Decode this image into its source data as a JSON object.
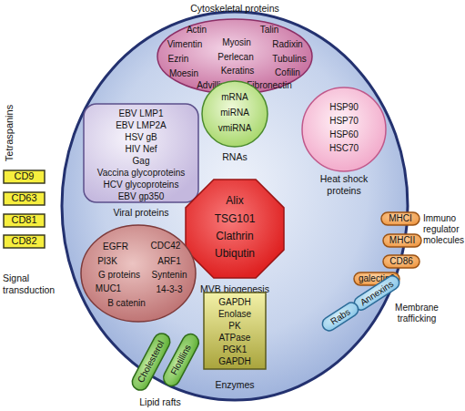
{
  "diagram": {
    "nodes": [
      {
        "text": [
          "Cytoskeletal proteins",
          "Actin",
          "Talin",
          "Vimentin",
          "Myosin",
          "Radixin",
          "Ezrin",
          "Perlecan",
          "Tubulins",
          "Moesin",
          "Keratins",
          "Cofilin",
          "Advillin",
          "Fibronectin"
        ]
      },
      {
        "text": [
          "EBV LMP1",
          "EBV LMP2A",
          "HSV gB",
          "HIV Nef",
          "Gag",
          "Vaccina glycoproteins",
          "HCV glycoproteins",
          "EBV gp350",
          "Viral proteins"
        ]
      },
      {
        "text": [
          "mRNA",
          "miRNA",
          "vmiRNA",
          "RNAs"
        ]
      },
      {
        "text": [
          "HSP90",
          "HSP70",
          "HSP60",
          "HSC70",
          "Heat shock proteins"
        ]
      },
      {
        "text": [
          "CD9"
        ]
      },
      {
        "text": [
          "CD63"
        ]
      },
      {
        "text": [
          "CD81"
        ]
      },
      {
        "text": [
          "CD82"
        ]
      },
      {
        "text": [
          "Alix",
          "TSG101",
          "Clathrin",
          "Ubiqutin",
          "MVB biogenesis"
        ]
      },
      {
        "text": [
          "EGFR",
          "CDC42",
          "PI3K",
          "ARF1",
          "G proteins",
          "Syntenin",
          "MUC1",
          "14-3-3",
          "B catenin",
          "Signal transduction"
        ]
      },
      {
        "text": [
          "MHCI"
        ]
      },
      {
        "text": [
          "MHCII"
        ]
      },
      {
        "text": [
          "CD86"
        ]
      },
      {
        "text": [
          "galectin9"
        ]
      },
      {
        "text": [
          "GAPDH",
          "Enolase",
          "PK",
          "ATPase",
          "PGK1",
          "GAPDH",
          "Enzymes"
        ]
      },
      {
        "text": [
          "Annexins"
        ]
      },
      {
        "text": [
          "Rabs"
        ]
      },
      {
        "text": [
          "Cholesterol"
        ]
      },
      {
        "text": [
          "Flotillins"
        ]
      }
    ],
    "labels": [
      "Tetraspanins",
      "Immuno regulator molecules",
      "Membrane trafficking",
      "Lipid rafts"
    ]
  }
}
